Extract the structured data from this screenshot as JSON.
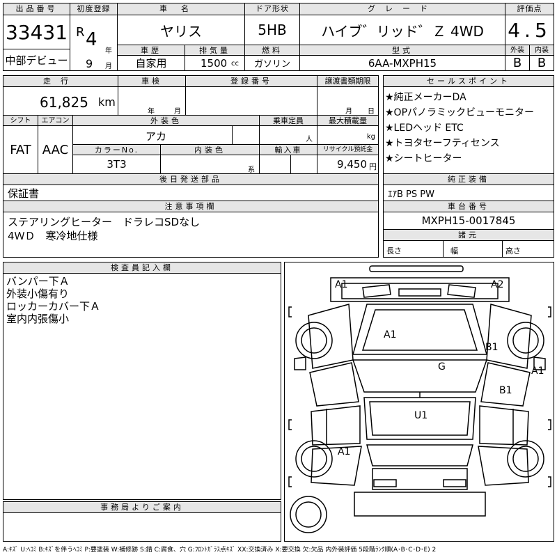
{
  "header": {
    "lot_label": "出品番号",
    "lot_number": "33431",
    "first_reg_label": "初度登録",
    "era": "R",
    "year": "4",
    "year_unit": "年",
    "month": "9",
    "month_unit": "月",
    "debut": "中部デビュー",
    "car_name_label": "車名",
    "car_name": "ヤリス",
    "door_label": "ドア形状",
    "door": "5HB",
    "grade_label": "グレード",
    "grade": "ハイブ゛リッド゛Ｚ 4WD",
    "score_label": "評価点",
    "score": "4.5",
    "ext_label": "外装",
    "int_label": "内装",
    "ext_grade": "B",
    "int_grade": "B",
    "history_label": "車歴",
    "history": "自家用",
    "displacement_label": "排気量",
    "displacement": "1500",
    "cc": "cc",
    "fuel_label": "燃料",
    "fuel": "ガソリン",
    "model_label": "型式",
    "model": "6AA-MXPH15"
  },
  "row2": {
    "mileage_label": "走行",
    "mileage": "61,825",
    "km": "km",
    "inspection_label": "車検",
    "insp_year": "年",
    "insp_month": "月",
    "reg_label": "登録番号",
    "transfer_label": "譲渡書類期限",
    "tr_month": "月",
    "tr_day": "日",
    "shift_label": "シフト",
    "shift": "FAT",
    "ac_label": "エアコン",
    "ac": "AAC",
    "ext_color_label": "外装色",
    "ext_color": "アカ",
    "capacity_label": "乗車定員",
    "capacity_unit": "人",
    "load_label": "最大積載量",
    "load_unit": "kg",
    "color_no_label": "カラーNo.",
    "color_no": "3T3",
    "int_color_label": "内装色",
    "int_color_unit": "系",
    "import_label": "輸入車",
    "recycle_label": "リサイクル預託金",
    "recycle": "9,450",
    "yen": "円",
    "later_label": "後日発送部品",
    "later": "保証書"
  },
  "sales": {
    "label": "セールスポイント",
    "items": [
      "★純正メーカーDA",
      "★OPパノラミックビューモニター",
      "★LEDヘッド ETC",
      "★トヨタセーフティセンス",
      "★シートヒーター"
    ],
    "equip_label": "純正装備",
    "equip": "ｴｱB PS PW"
  },
  "notes": {
    "label": "注意事項欄",
    "lines": [
      "ステアリングヒーター　ドラレコSDなし",
      "4ＷＤ　寒冷地仕様"
    ]
  },
  "chassis": {
    "label": "車台番号",
    "value": "MXPH15-0017845",
    "spec_label": "諸元",
    "length": "長さ",
    "width": "幅",
    "height": "高さ"
  },
  "inspector": {
    "label": "検査員記入欄",
    "lines": [
      "バンパー下Ａ",
      "外装小傷有り",
      "ロッカーカバー下Ａ",
      "室内内張傷小"
    ]
  },
  "office": {
    "label": "事務局よりご案内"
  },
  "damage": {
    "a1_front_left": "A1",
    "a2_front_right": "A2",
    "a1_hood": "A1",
    "b1_right_front": "B1",
    "g_windshield": "G",
    "a1_right_side": "A1",
    "b1_right_rear": "B1",
    "u1_roof": "U1",
    "a1_left_rear": "A1"
  },
  "legend": "A:ｷｽﾞ U:ﾍｺﾐ B:ｷｽﾞを伴うﾍｺﾐ P:要塗装 W:補修跡 S:錆 C:腐食、穴 G:ﾌﾛﾝﾄｶﾞﾗｽ点ｷｽﾞ XX:交換済み X:要交換 欠:欠品 内外装評価 5段階ﾗﾝｸ順(A･B･C･D･E) 2"
}
